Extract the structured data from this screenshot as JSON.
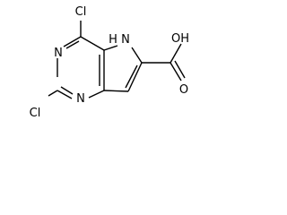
{
  "molecule": {
    "atoms": {
      "cl_top": "Cl",
      "n_ring_top": "N",
      "nh_pyrrole": "H",
      "n_pyrrole": "N",
      "cl_bottom": "Cl",
      "n_ring_bottom": "N",
      "oh_group": "OH",
      "o_carbonyl": "O"
    }
  }
}
